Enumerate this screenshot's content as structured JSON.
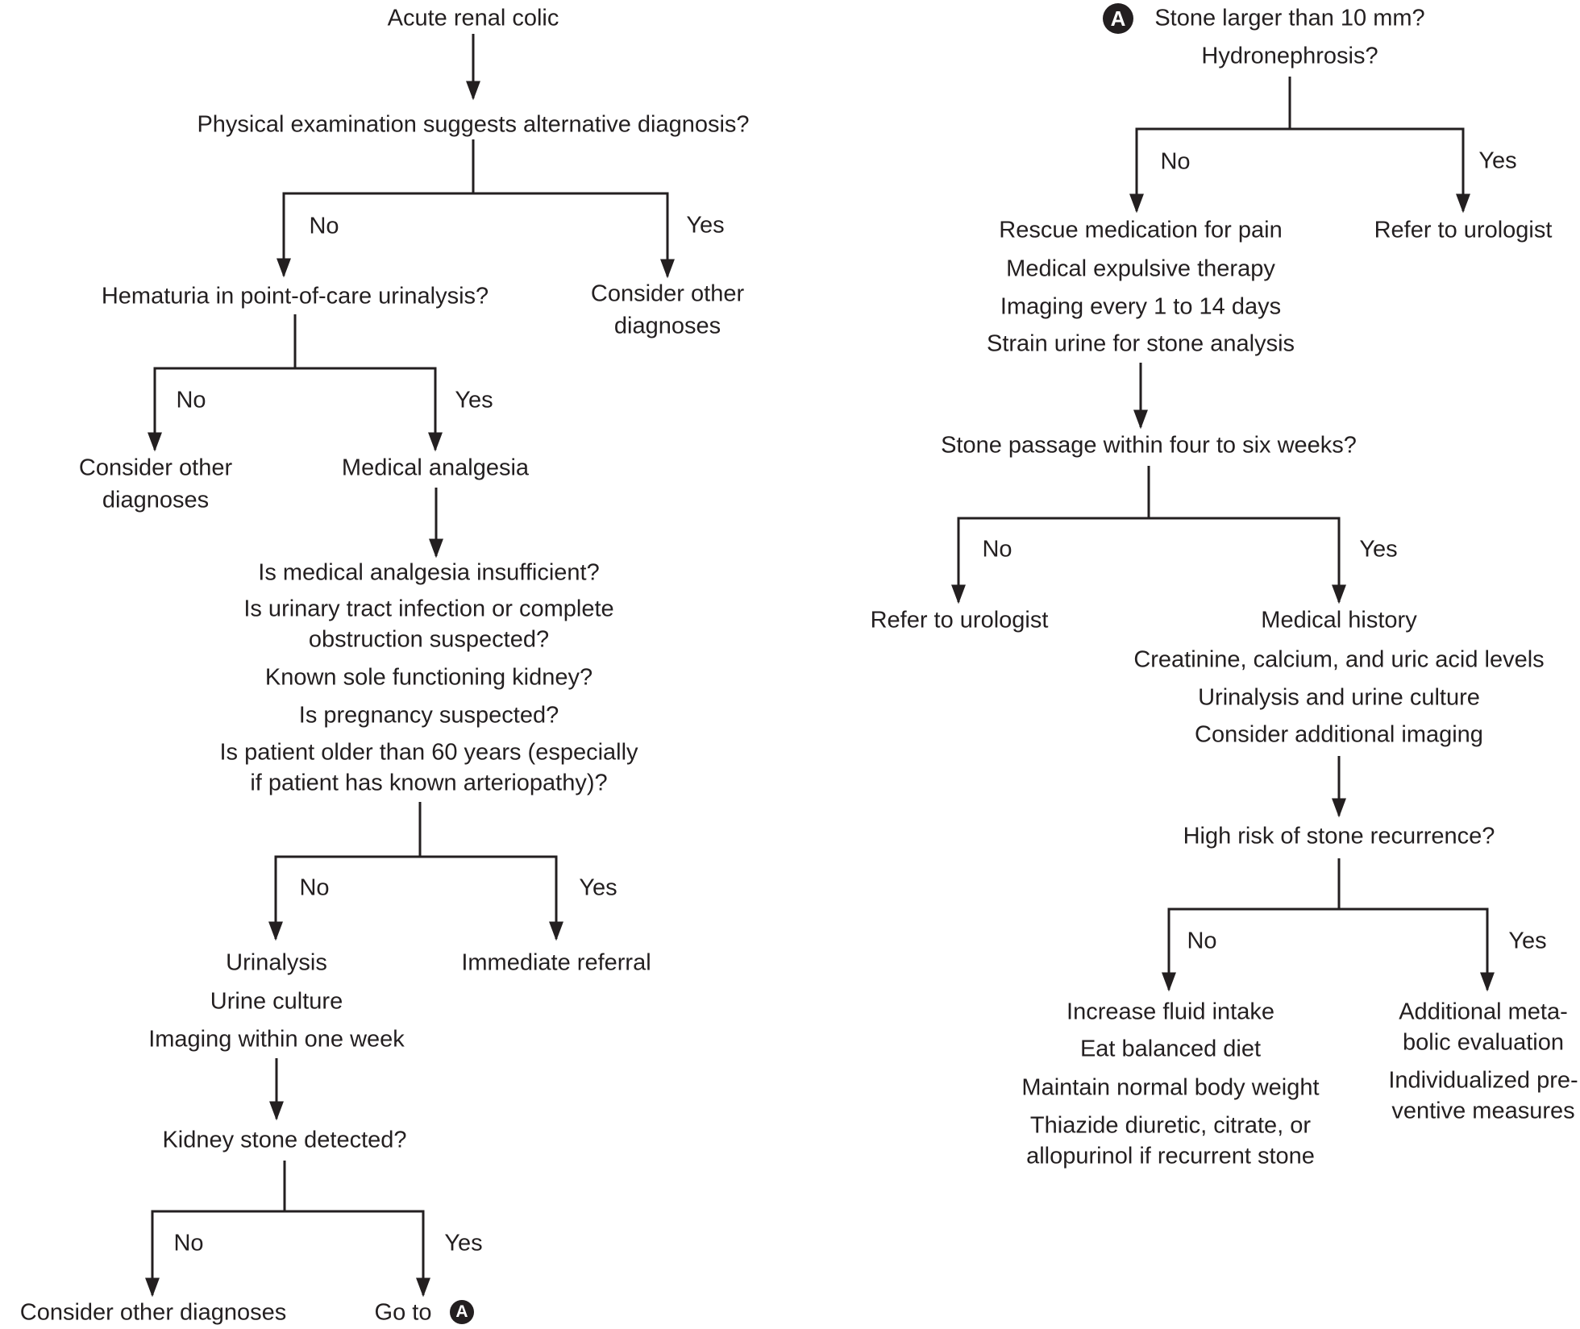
{
  "labels": {
    "no": "No",
    "yes": "Yes"
  },
  "marker": {
    "a": "A"
  },
  "colors": {
    "ink": "#231f20",
    "background": "#ffffff"
  },
  "left_tree": {
    "acute": "Acute renal colic",
    "physical": "Physical examination suggests alternative diagnosis?",
    "hematuria": "Hematuria in point-of-care urinalysis?",
    "consider_top": [
      "Consider other",
      "diagnoses"
    ],
    "consider_mid": [
      "Consider other",
      "diagnoses"
    ],
    "medical_analgesia": "Medical analgesia",
    "questions": [
      "Is medical analgesia insufficient?",
      "Is urinary tract infection or complete",
      "obstruction suspected?",
      "Known sole functioning kidney?",
      "Is pregnancy suspected?",
      "Is patient older than 60 years (especially",
      "if patient has known arteriopathy)?"
    ],
    "workup": [
      "Urinalysis",
      "Urine culture",
      "Imaging within one week"
    ],
    "immediate_referral": "Immediate referral",
    "kidney_stone": "Kidney stone detected?",
    "consider_bottom": "Consider other diagnoses",
    "goto": "Go to"
  },
  "right_tree": {
    "stone_question": [
      "Stone larger than 10 mm?",
      "Hydronephrosis?"
    ],
    "conservative": [
      "Rescue medication for pain",
      "Medical expulsive therapy",
      "Imaging every 1 to 14 days",
      "Strain urine for stone analysis"
    ],
    "refer_urologist_top": "Refer to urologist",
    "stone_passage": "Stone passage within four to six weeks?",
    "refer_urologist_mid": "Refer to urologist",
    "history": [
      "Medical history",
      "Creatinine, calcium, and uric acid levels",
      "Urinalysis and urine culture",
      "Consider additional imaging"
    ],
    "high_risk": "High risk of stone recurrence?",
    "prevention": [
      "Increase fluid intake",
      "Eat balanced diet",
      "Maintain normal body weight",
      "Thiazide diuretic, citrate, or",
      "allopurinol if recurrent stone"
    ],
    "metabolic": [
      "Additional meta-",
      "bolic evaluation",
      "Individualized pre-",
      "ventive measures"
    ]
  }
}
